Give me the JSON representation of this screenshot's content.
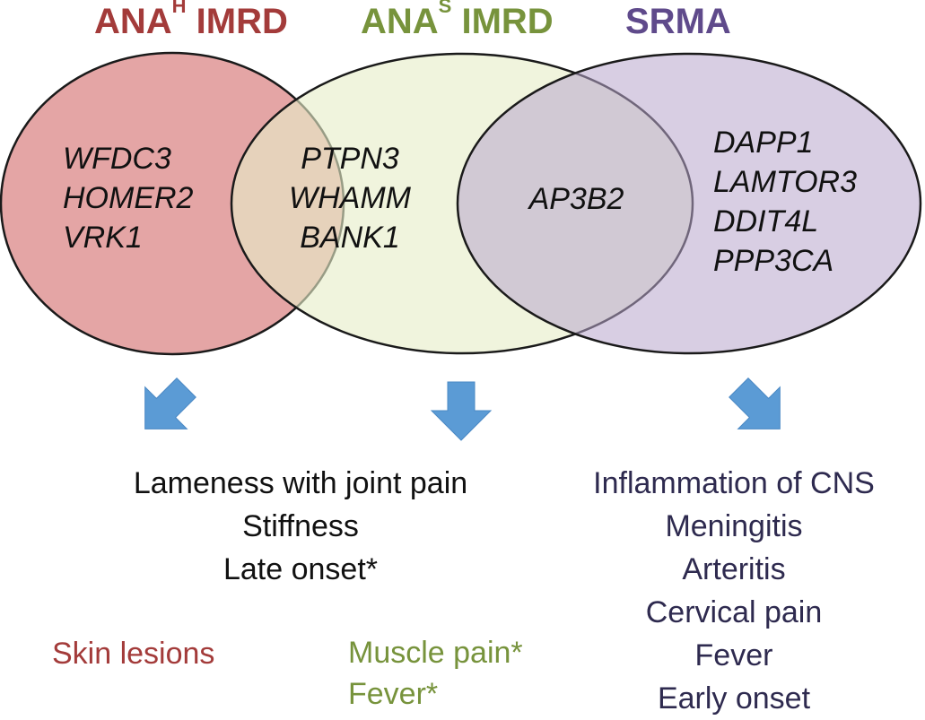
{
  "titles": {
    "anah": {
      "main": "ANA",
      "sup": "H",
      "rest": " IMRD",
      "color": "#a33b3a"
    },
    "anas": {
      "main": "ANA",
      "sup": "S",
      "rest": " IMRD",
      "color": "#77933c"
    },
    "srma": {
      "text": "SRMA",
      "color": "#5f4a8b"
    }
  },
  "colors": {
    "anah_fill": "#e3a0a0",
    "anas_fill": "#e6eec8",
    "srma_fill": "#b8a6cc",
    "outline": "#1a1a1a",
    "arrow": "#5b9bd5",
    "text_dark": "#111111",
    "srma_text": "#2e2a4f"
  },
  "genes": {
    "anah_only": [
      "WFDC3",
      "HOMER2",
      "VRK1"
    ],
    "anah_anas": [
      "PTPN3",
      "WHAMM",
      "BANK1"
    ],
    "anas_srma": [
      "AP3B2"
    ],
    "srma_only": [
      "DAPP1",
      "LAMTOR3",
      "DDIT4L",
      "PPP3CA"
    ]
  },
  "arrows": [
    "arrow-down-left-icon",
    "arrow-down-icon",
    "arrow-down-right-icon"
  ],
  "symptoms": {
    "shared": [
      "Lameness with joint pain",
      "Stiffness",
      "Late onset*"
    ],
    "anah": [
      "Skin lesions"
    ],
    "anas": [
      "Muscle pain*",
      "Fever*"
    ],
    "srma": [
      "Inflammation of CNS",
      "Meningitis",
      "Arteritis",
      "Cervical pain",
      "Fever",
      "Early onset"
    ]
  }
}
